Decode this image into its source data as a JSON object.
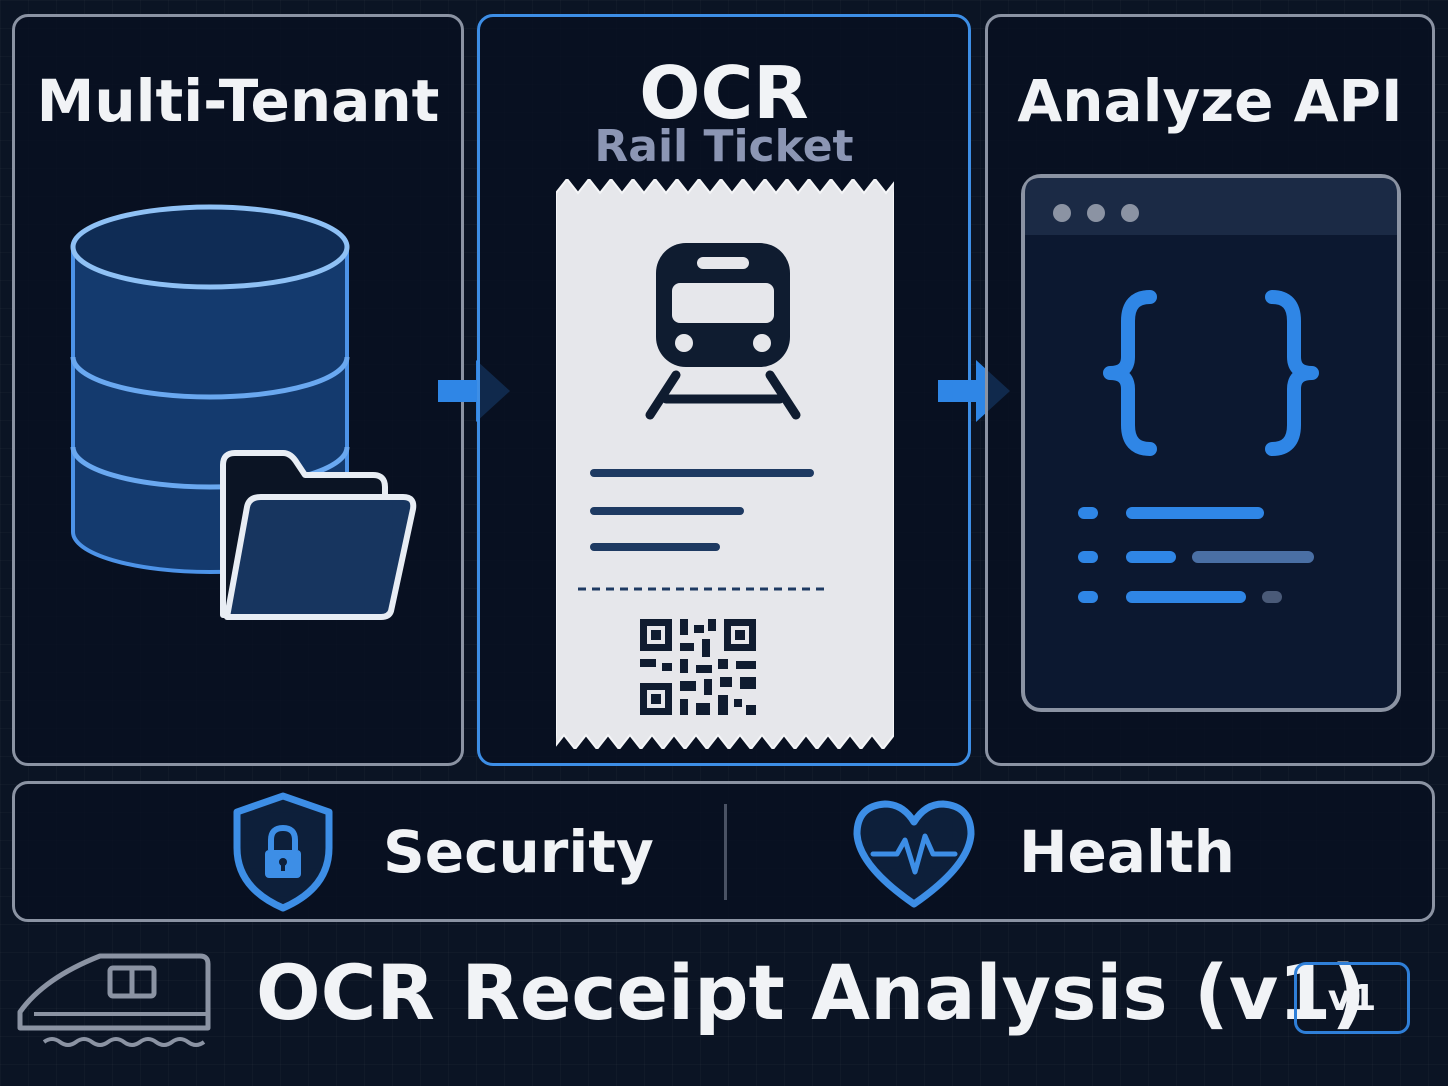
{
  "stages": [
    {
      "title": "Multi-Tenant",
      "icon": "database-folder-icon"
    },
    {
      "title": "OCR",
      "subtitle": "Rail Ticket",
      "icon": "rail-ticket-icon"
    },
    {
      "title": "Analyze API",
      "icon": "api-window-icon"
    }
  ],
  "features": [
    {
      "label": "Security",
      "icon": "shield-lock-icon"
    },
    {
      "label": "Health",
      "icon": "heart-pulse-icon"
    }
  ],
  "footer": {
    "title": "OCR Receipt Analysis (v1)",
    "badge": "v1",
    "icon": "train-icon"
  },
  "colors": {
    "accent": "#3d8ee6",
    "panel_border": "#8b93a3",
    "background": "#0b1424"
  }
}
